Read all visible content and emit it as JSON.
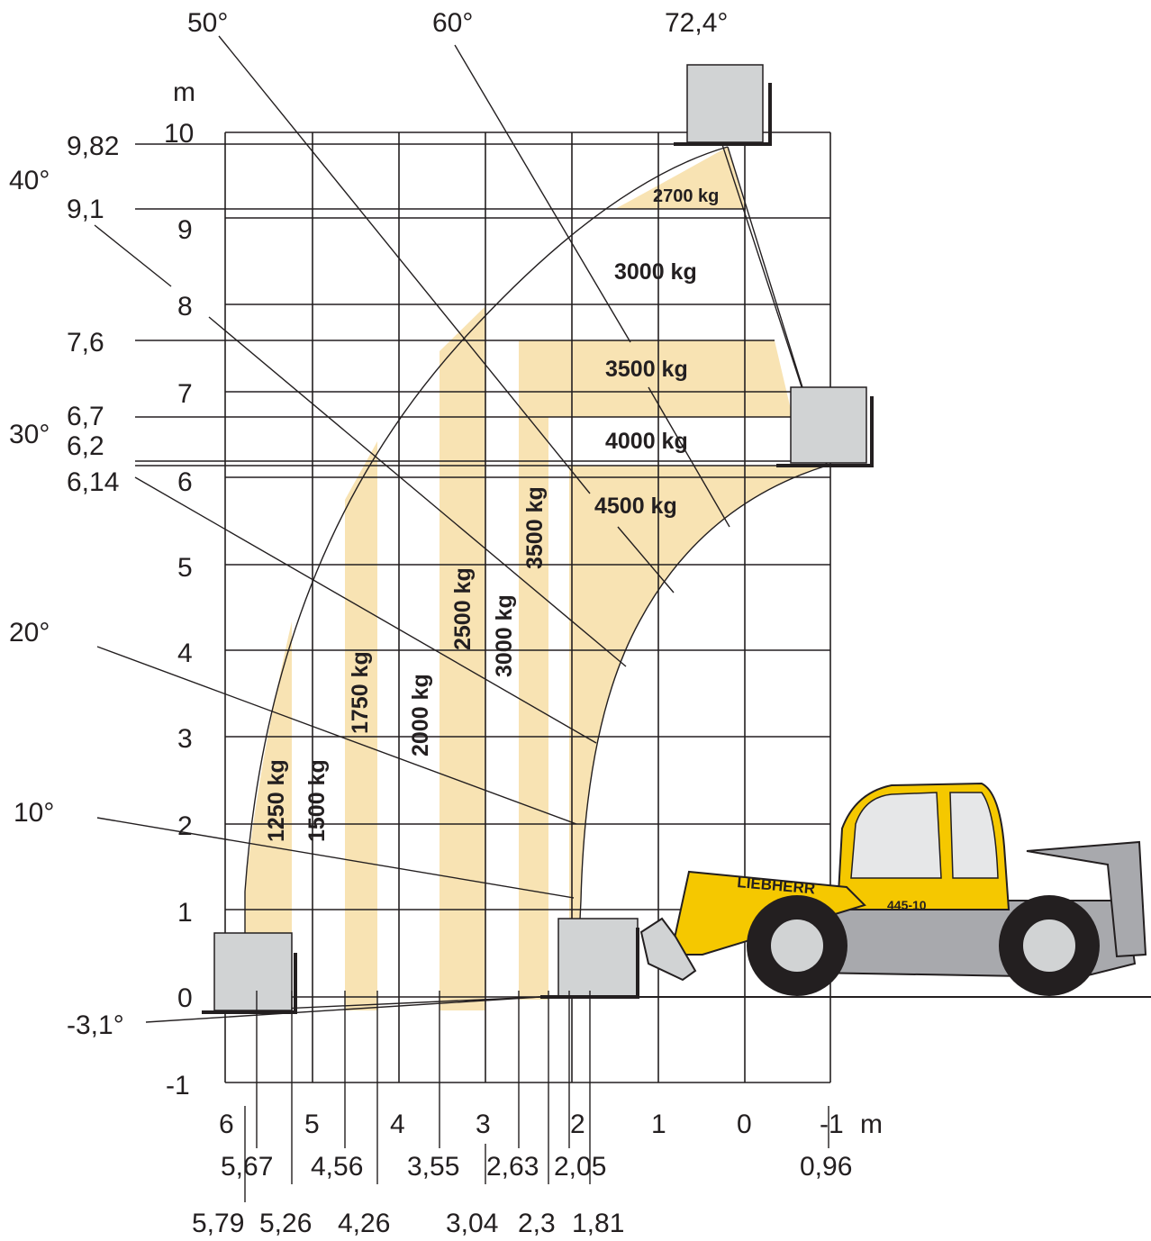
{
  "units": {
    "y_unit": "m",
    "x_unit": "m"
  },
  "y_ticks": [
    "10",
    "9",
    "8",
    "7",
    "6",
    "5",
    "4",
    "3",
    "2",
    "1",
    "0",
    "-1"
  ],
  "x_ticks": [
    "6",
    "5",
    "4",
    "3",
    "2",
    "1",
    "0",
    "-1"
  ],
  "height_marks": [
    "9,82",
    "9,1",
    "7,6",
    "6,7",
    "6,2",
    "6,14"
  ],
  "angles": {
    "a72": "72,4°",
    "a60": "60°",
    "a50": "50°",
    "a40": "40°",
    "a30": "30°",
    "a20": "20°",
    "a10": "10°",
    "aneg": "-3,1°"
  },
  "reach_row1": [
    "5,67",
    "4,56",
    "3,55",
    "2,63",
    "2,05",
    "0,96"
  ],
  "reach_row2": [
    "5,79",
    "5,26",
    "4,26",
    "3,04",
    "2,3",
    "1,81"
  ],
  "load_zones": [
    "1250 kg",
    "1500 kg",
    "1750 kg",
    "2000 kg",
    "2500 kg",
    "3000 kg",
    "3500 kg",
    "2700 kg",
    "3000 kg",
    "3500 kg",
    "4000 kg",
    "4500 kg"
  ],
  "machine": {
    "brand": "LIEBHERR",
    "model": "445-10"
  },
  "colors": {
    "zone_fill": "#f8e3b3",
    "machine_yellow": "#f5c800",
    "machine_grey": "#a8a9ad",
    "line": "#231f20"
  }
}
